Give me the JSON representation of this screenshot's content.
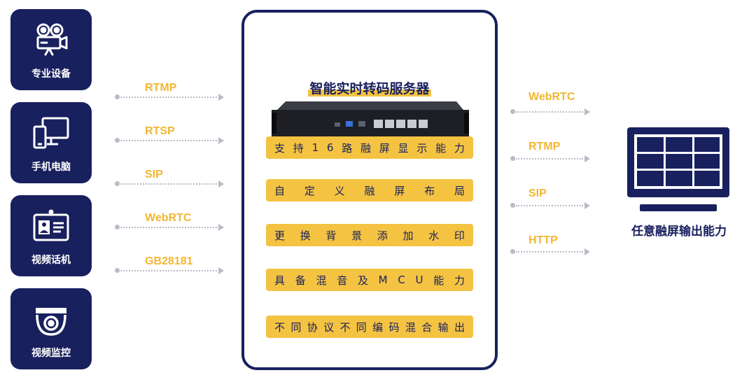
{
  "devices": [
    {
      "label": "专业设备",
      "icon": "camera-icon"
    },
    {
      "label": "手机电脑",
      "icon": "phone-computer-icon"
    },
    {
      "label": "视频话机",
      "icon": "video-phone-icon"
    },
    {
      "label": "视频监控",
      "icon": "surveillance-camera-icon"
    }
  ],
  "input_protocols": [
    "RTMP",
    "RTSP",
    "SIP",
    "WebRTC",
    "GB28181"
  ],
  "server": {
    "title": "智能实时转码服务器",
    "features": [
      [
        "支",
        "持",
        "1",
        "6",
        "路",
        "融",
        "屏",
        "显",
        "示",
        "能",
        "力"
      ],
      [
        "自",
        "定",
        "义",
        "融",
        "屏",
        "布",
        "局"
      ],
      [
        "更",
        "换",
        "背",
        "景",
        "添",
        "加",
        "水",
        "印"
      ],
      [
        "具",
        "备",
        "混",
        "音",
        "及",
        "M",
        "C",
        "U",
        "能",
        "力"
      ],
      [
        "不",
        "同",
        "协",
        "议",
        "不",
        "同",
        "编",
        "码",
        "混",
        "合",
        "输",
        "出"
      ]
    ]
  },
  "output_protocols": [
    "WebRTC",
    "RTMP",
    "SIP",
    "HTTP"
  ],
  "output": {
    "label": "任意融屏输出能力",
    "icon": "monitor-grid-icon"
  },
  "colors": {
    "navy": "#18205e",
    "gold": "#f4c342",
    "proto": "#f2b632",
    "arrow": "#b9bcc6"
  }
}
